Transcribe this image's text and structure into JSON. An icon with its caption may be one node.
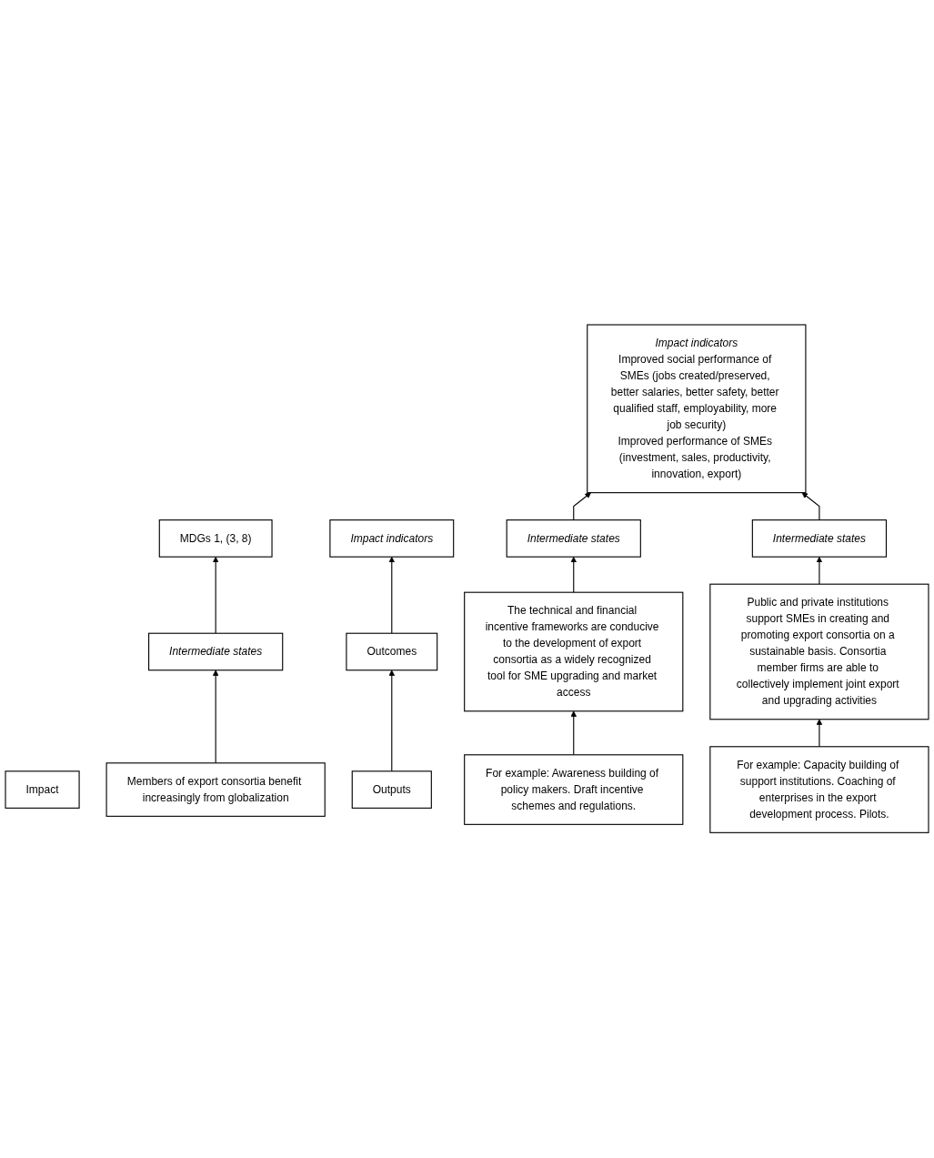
{
  "diagram": {
    "nodes": [
      {
        "text": [
          "MDGs 1, (3, 8)"
        ]
      },
      {
        "text": [
          "Intermediate states"
        ]
      },
      {
        "text": [
          "Impact"
        ]
      },
      {
        "text": [
          "Members of export consortia benefit increasingly from globalization"
        ]
      },
      {
        "text": [
          "Impact indicators"
        ]
      },
      {
        "text": [
          "Impact indicators",
          "Improved social performance of SMEs (jobs created/preserved, better salaries, better safety, better qualified staff, employability, more job security)",
          "Improved performance of SMEs (investment, sales, productivity, innovation, export)"
        ]
      },
      {
        "text": [
          "Intermediate states"
        ]
      },
      {
        "text": [
          "Intermediate states"
        ]
      },
      {
        "text": [
          "Outcomes"
        ]
      },
      {
        "text": [
          "The technical and financial incentive frameworks are conducive to the development of export consortia as a widely recognized tool for SME upgrading and market access"
        ]
      },
      {
        "text": [
          "Public and private institutions support SMEs in creating and promoting export consortia on a sustainable basis. Consortia member firms are able to collectively implement joint export and upgrading activities"
        ]
      },
      {
        "text": [
          "Outputs"
        ]
      },
      {
        "text": [
          "For example: Awareness building of policy makers. Draft incentive schemes and regulations."
        ]
      },
      {
        "text": [
          "For example: Capacity building of support institutions. Coaching of enterprises in the export development process. Pilots."
        ]
      }
    ],
    "edges": [
      {
        "from": 1,
        "to": 0,
        "arrow": "to"
      },
      {
        "from": 3,
        "to": 1,
        "arrow": "to"
      },
      {
        "from": 8,
        "to": 4,
        "arrow": "to"
      },
      {
        "from": 6,
        "to": 5,
        "arrow": "to"
      },
      {
        "from": 7,
        "to": 5,
        "arrow": "to"
      },
      {
        "from": 9,
        "to": 6,
        "arrow": "to"
      },
      {
        "from": 10,
        "to": 7,
        "arrow": "to"
      },
      {
        "from": 11,
        "to": 8,
        "arrow": "to"
      },
      {
        "from": 12,
        "to": 9,
        "arrow": "to"
      },
      {
        "from": 13,
        "to": 10,
        "arrow": "to"
      }
    ]
  }
}
